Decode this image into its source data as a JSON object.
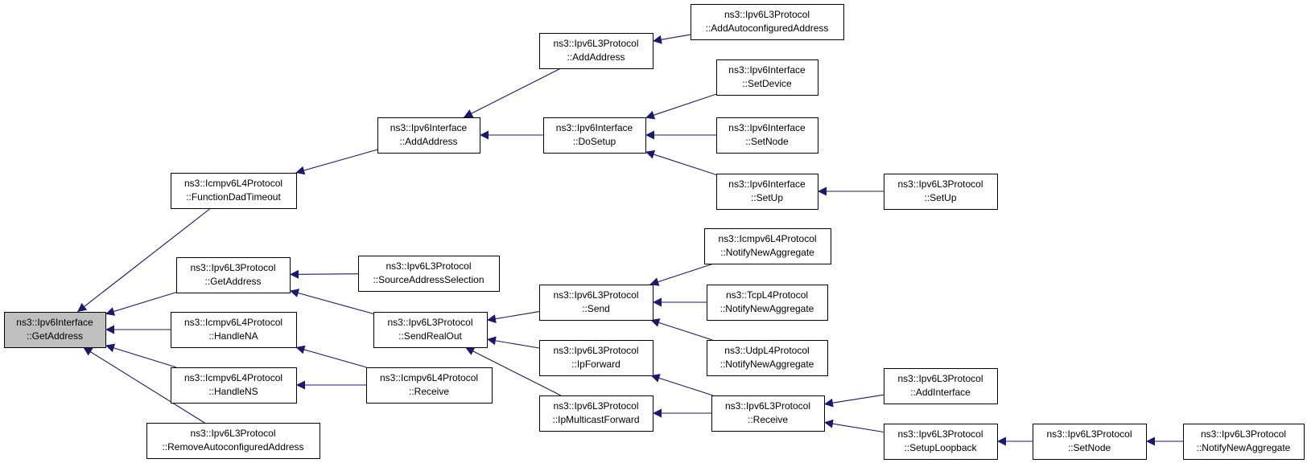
{
  "colors": {
    "edge": "#191970",
    "root_fill": "#bfbfbf",
    "node_fill": "#ffffff",
    "node_border": "#000000"
  },
  "nodes": [
    {
      "id": "ipv6if_getaddress",
      "line1": "ns3::Ipv6Interface",
      "line2": "::GetAddress",
      "root": true
    },
    {
      "id": "icmp_funcdad",
      "line1": "ns3::Icmpv6L4Protocol",
      "line2": "::FunctionDadTimeout"
    },
    {
      "id": "l3_getaddress",
      "line1": "ns3::Ipv6L3Protocol",
      "line2": "::GetAddress"
    },
    {
      "id": "icmp_handlena",
      "line1": "ns3::Icmpv6L4Protocol",
      "line2": "::HandleNA"
    },
    {
      "id": "icmp_handlens",
      "line1": "ns3::Icmpv6L4Protocol",
      "line2": "::HandleNS"
    },
    {
      "id": "l3_removeauto",
      "line1": "ns3::Ipv6L3Protocol",
      "line2": "::RemoveAutoconfiguredAddress"
    },
    {
      "id": "ipv6if_addaddress",
      "line1": "ns3::Ipv6Interface",
      "line2": "::AddAddress"
    },
    {
      "id": "l3_srcaddrsel",
      "line1": "ns3::Ipv6L3Protocol",
      "line2": "::SourceAddressSelection"
    },
    {
      "id": "l3_sendrealout",
      "line1": "ns3::Ipv6L3Protocol",
      "line2": "::SendRealOut"
    },
    {
      "id": "icmp_receive",
      "line1": "ns3::Icmpv6L4Protocol",
      "line2": "::Receive"
    },
    {
      "id": "l3_addaddress",
      "line1": "ns3::Ipv6L3Protocol",
      "line2": "::AddAddress"
    },
    {
      "id": "ipv6if_dosetup",
      "line1": "ns3::Ipv6Interface",
      "line2": "::DoSetup"
    },
    {
      "id": "l3_send",
      "line1": "ns3::Ipv6L3Protocol",
      "line2": "::Send"
    },
    {
      "id": "l3_ipforward",
      "line1": "ns3::Ipv6L3Protocol",
      "line2": "::IpForward"
    },
    {
      "id": "l3_ipmcforward",
      "line1": "ns3::Ipv6L3Protocol",
      "line2": "::IpMulticastForward"
    },
    {
      "id": "l3_addautoaddr",
      "line1": "ns3::Ipv6L3Protocol",
      "line2": "::AddAutoconfiguredAddress"
    },
    {
      "id": "ipv6if_setdevice",
      "line1": "ns3::Ipv6Interface",
      "line2": "::SetDevice"
    },
    {
      "id": "ipv6if_setnode",
      "line1": "ns3::Ipv6Interface",
      "line2": "::SetNode"
    },
    {
      "id": "ipv6if_setup",
      "line1": "ns3::Ipv6Interface",
      "line2": "::SetUp"
    },
    {
      "id": "icmp_notifyagg",
      "line1": "ns3::Icmpv6L4Protocol",
      "line2": "::NotifyNewAggregate"
    },
    {
      "id": "tcp_notifyagg",
      "line1": "ns3::TcpL4Protocol",
      "line2": "::NotifyNewAggregate"
    },
    {
      "id": "udp_notifyagg",
      "line1": "ns3::UdpL4Protocol",
      "line2": "::NotifyNewAggregate"
    },
    {
      "id": "l3_receive",
      "line1": "ns3::Ipv6L3Protocol",
      "line2": "::Receive"
    },
    {
      "id": "l3_setup",
      "line1": "ns3::Ipv6L3Protocol",
      "line2": "::SetUp"
    },
    {
      "id": "l3_addinterface",
      "line1": "ns3::Ipv6L3Protocol",
      "line2": "::AddInterface"
    },
    {
      "id": "l3_setuploopback",
      "line1": "ns3::Ipv6L3Protocol",
      "line2": "::SetupLoopback"
    },
    {
      "id": "l3_setnode",
      "line1": "ns3::Ipv6L3Protocol",
      "line2": "::SetNode"
    },
    {
      "id": "l3_notifyagg",
      "line1": "ns3::Ipv6L3Protocol",
      "line2": "::NotifyNewAggregate"
    }
  ],
  "edges": [
    {
      "from": "icmp_funcdad",
      "to": "ipv6if_getaddress"
    },
    {
      "from": "l3_getaddress",
      "to": "ipv6if_getaddress"
    },
    {
      "from": "icmp_handlena",
      "to": "ipv6if_getaddress"
    },
    {
      "from": "icmp_handlens",
      "to": "ipv6if_getaddress"
    },
    {
      "from": "l3_removeauto",
      "to": "ipv6if_getaddress"
    },
    {
      "from": "ipv6if_addaddress",
      "to": "icmp_funcdad"
    },
    {
      "from": "l3_srcaddrsel",
      "to": "l3_getaddress"
    },
    {
      "from": "l3_sendrealout",
      "to": "l3_getaddress"
    },
    {
      "from": "icmp_receive",
      "to": "icmp_handlena"
    },
    {
      "from": "icmp_receive",
      "to": "icmp_handlens"
    },
    {
      "from": "l3_addaddress",
      "to": "ipv6if_addaddress"
    },
    {
      "from": "ipv6if_dosetup",
      "to": "ipv6if_addaddress"
    },
    {
      "from": "l3_send",
      "to": "l3_sendrealout"
    },
    {
      "from": "l3_ipforward",
      "to": "l3_sendrealout"
    },
    {
      "from": "l3_ipmcforward",
      "to": "l3_sendrealout"
    },
    {
      "from": "l3_addautoaddr",
      "to": "l3_addaddress"
    },
    {
      "from": "ipv6if_setdevice",
      "to": "ipv6if_dosetup"
    },
    {
      "from": "ipv6if_setnode",
      "to": "ipv6if_dosetup"
    },
    {
      "from": "ipv6if_setup",
      "to": "ipv6if_dosetup"
    },
    {
      "from": "icmp_notifyagg",
      "to": "l3_send"
    },
    {
      "from": "tcp_notifyagg",
      "to": "l3_send"
    },
    {
      "from": "udp_notifyagg",
      "to": "l3_send"
    },
    {
      "from": "l3_receive",
      "to": "l3_ipforward"
    },
    {
      "from": "l3_receive",
      "to": "l3_ipmcforward"
    },
    {
      "from": "l3_setup",
      "to": "ipv6if_setup"
    },
    {
      "from": "l3_addinterface",
      "to": "l3_receive"
    },
    {
      "from": "l3_setuploopback",
      "to": "l3_receive"
    },
    {
      "from": "l3_setnode",
      "to": "l3_setuploopback"
    },
    {
      "from": "l3_notifyagg",
      "to": "l3_setnode"
    }
  ]
}
